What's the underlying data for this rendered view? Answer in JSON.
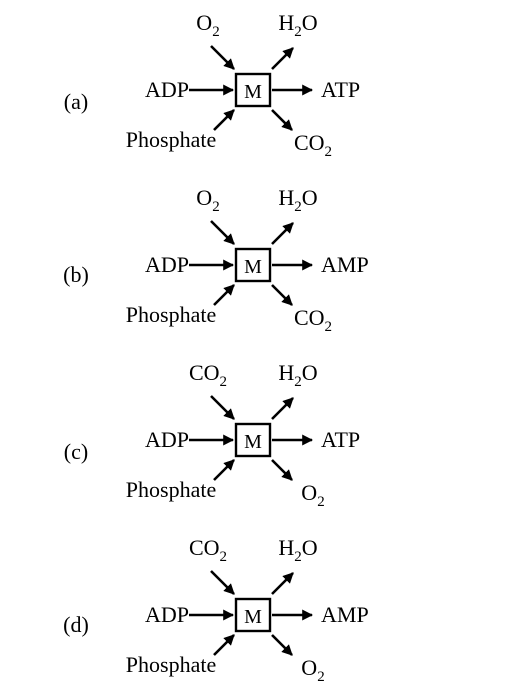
{
  "center_label": "M",
  "options": [
    {
      "label": "(a)",
      "top_left": {
        "base": "O",
        "sub": "2",
        "tail": ""
      },
      "top_right": {
        "base": "H",
        "sub": "2",
        "tail": "O"
      },
      "left": "ADP",
      "right": "ATP",
      "bottom_left": "Phosphate",
      "bottom_right": {
        "base": "CO",
        "sub": "2",
        "tail": ""
      }
    },
    {
      "label": "(b)",
      "top_left": {
        "base": "O",
        "sub": "2",
        "tail": ""
      },
      "top_right": {
        "base": "H",
        "sub": "2",
        "tail": "O"
      },
      "left": "ADP",
      "right": "AMP",
      "bottom_left": "Phosphate",
      "bottom_right": {
        "base": "CO",
        "sub": "2",
        "tail": ""
      }
    },
    {
      "label": "(c)",
      "top_left": {
        "base": "CO",
        "sub": "2",
        "tail": ""
      },
      "top_right": {
        "base": "H",
        "sub": "2",
        "tail": "O"
      },
      "left": "ADP",
      "right": "ATP",
      "bottom_left": "Phosphate",
      "bottom_right": {
        "base": "O",
        "sub": "2",
        "tail": ""
      }
    },
    {
      "label": "(d)",
      "top_left": {
        "base": "CO",
        "sub": "2",
        "tail": ""
      },
      "top_right": {
        "base": "H",
        "sub": "2",
        "tail": "O"
      },
      "left": "ADP",
      "right": "AMP",
      "bottom_left": "Phosphate",
      "bottom_right": {
        "base": "O",
        "sub": "2",
        "tail": ""
      }
    }
  ]
}
